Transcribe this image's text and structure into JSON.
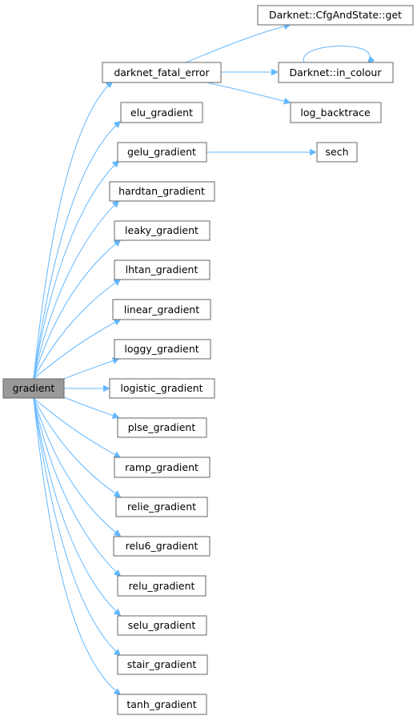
{
  "graph": {
    "root": "gradient",
    "nodes": {
      "gradient": "gradient",
      "darknet_fatal_error": "darknet_fatal_error",
      "cfg_get": "Darknet::CfgAndState::get",
      "in_colour": "Darknet::in_colour",
      "log_backtrace": "log_backtrace",
      "elu_gradient": "elu_gradient",
      "gelu_gradient": "gelu_gradient",
      "sech": "sech",
      "hardtan_gradient": "hardtan_gradient",
      "leaky_gradient": "leaky_gradient",
      "lhtan_gradient": "lhtan_gradient",
      "linear_gradient": "linear_gradient",
      "loggy_gradient": "loggy_gradient",
      "logistic_gradient": "logistic_gradient",
      "plse_gradient": "plse_gradient",
      "ramp_gradient": "ramp_gradient",
      "relie_gradient": "relie_gradient",
      "relu6_gradient": "relu6_gradient",
      "relu_gradient": "relu_gradient",
      "selu_gradient": "selu_gradient",
      "stair_gradient": "stair_gradient",
      "tanh_gradient": "tanh_gradient"
    }
  }
}
